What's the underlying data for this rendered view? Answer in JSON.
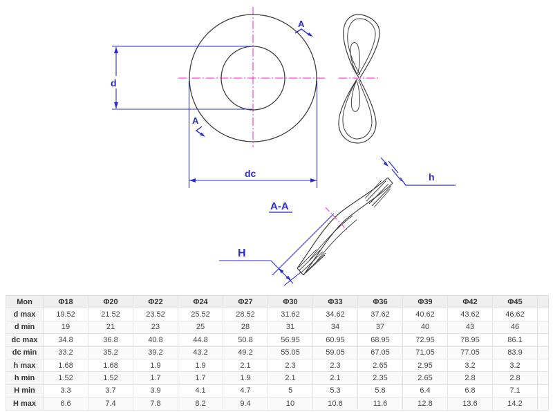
{
  "drawing": {
    "labels": {
      "inner_diameter": "d",
      "outer_diameter": "dc",
      "section_title": "A-A",
      "section_arrow_top": "A",
      "section_arrow_bottom": "A",
      "free_height": "H",
      "thickness": "h"
    },
    "colors": {
      "dimension_blue": "#2a2ad0",
      "centerline_pink": "#ff44d4",
      "outline_gray": "#3d3d3d"
    }
  },
  "table": {
    "header": [
      "Mon",
      "Φ18",
      "Φ20",
      "Φ22",
      "Φ24",
      "Φ27",
      "Φ30",
      "Φ33",
      "Φ36",
      "Φ39",
      "Φ42",
      "Φ45"
    ],
    "rows": [
      {
        "label": "d max",
        "values": [
          "19.52",
          "21.52",
          "23.52",
          "25.52",
          "28.52",
          "31.62",
          "34.62",
          "37.62",
          "40.62",
          "43.62",
          "46.62"
        ]
      },
      {
        "label": "d min",
        "values": [
          "19",
          "21",
          "23",
          "25",
          "28",
          "31",
          "34",
          "37",
          "40",
          "43",
          "46"
        ]
      },
      {
        "label": "dc max",
        "values": [
          "34.8",
          "36.8",
          "40.8",
          "44.8",
          "50.8",
          "56.95",
          "60.95",
          "68.95",
          "72.95",
          "78.95",
          "86.1"
        ]
      },
      {
        "label": "dc min",
        "values": [
          "33.2",
          "35.2",
          "39.2",
          "43.2",
          "49.2",
          "55.05",
          "59.05",
          "67.05",
          "71.05",
          "77.05",
          "83.9"
        ]
      },
      {
        "label": "h max",
        "values": [
          "1.68",
          "1.68",
          "1.9",
          "1.9",
          "2.1",
          "2.3",
          "2.3",
          "2.65",
          "2.95",
          "3.2",
          "3.2"
        ]
      },
      {
        "label": "h min",
        "values": [
          "1.52",
          "1.52",
          "1.7",
          "1.7",
          "1.9",
          "2.1",
          "2.1",
          "2.35",
          "2.65",
          "2.8",
          "2.8"
        ]
      },
      {
        "label": "H min",
        "values": [
          "3.3",
          "3.7",
          "3.9",
          "4.1",
          "4.7",
          "5",
          "5.3",
          "5.8",
          "6.4",
          "6.8",
          "7.1"
        ]
      },
      {
        "label": "H max",
        "values": [
          "6.6",
          "7.4",
          "7.8",
          "8.2",
          "9.4",
          "10",
          "10.6",
          "11.6",
          "12.8",
          "13.6",
          "14.2"
        ]
      }
    ]
  }
}
